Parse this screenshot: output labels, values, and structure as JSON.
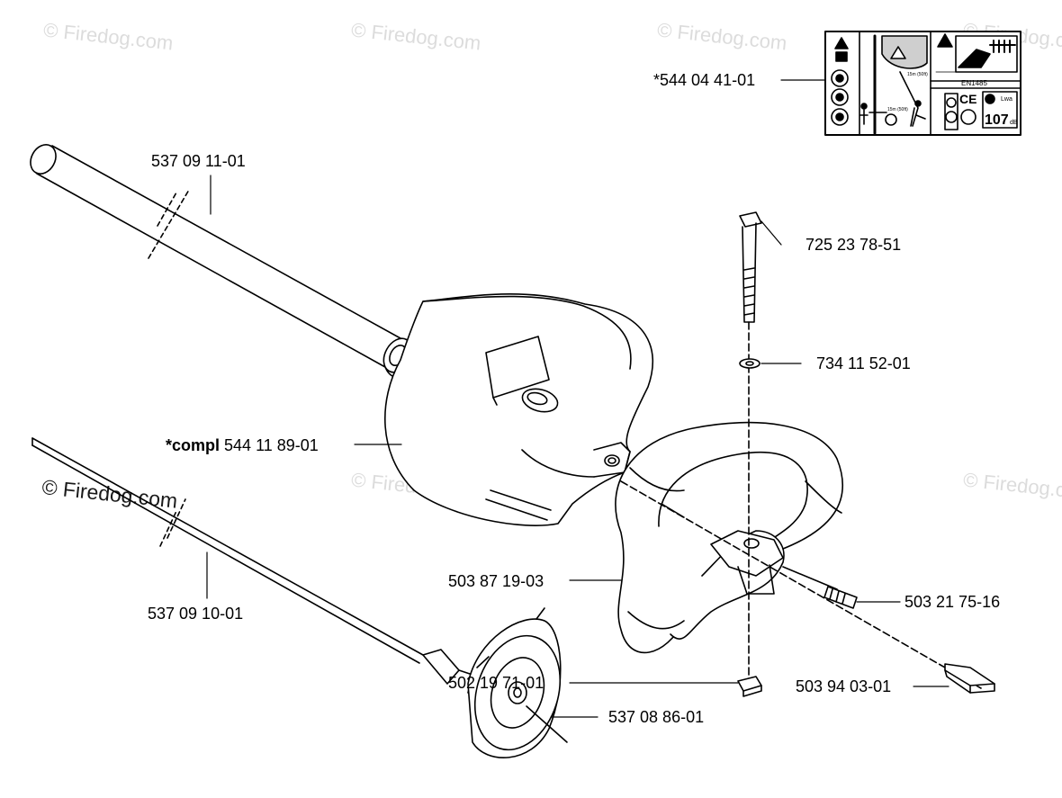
{
  "watermark": {
    "text": "© Firedog.com"
  },
  "parts": {
    "decal": "*544 04 41-01",
    "shaft_tube": "537 09 11-01",
    "bolt": "725 23 78-51",
    "washer": "734 11 52-01",
    "guard_prefix": "*compl",
    "guard_number": "544 11 89-01",
    "drive_shaft": "537 09 10-01",
    "handle": "503 87 19-03",
    "screw": "503 21 75-16",
    "nut": "502 19 71-01",
    "spacer": "503 94 03-01",
    "cover": "537 08 86-01"
  },
  "decal_text": {
    "standard": "EN1485",
    "ce_mark": "CE",
    "sound_level": "107",
    "sound_unit": "dB",
    "lwa": "Lwa",
    "distance_upper": "15m (50ft)",
    "distance_lower": "15m (50ft)"
  }
}
